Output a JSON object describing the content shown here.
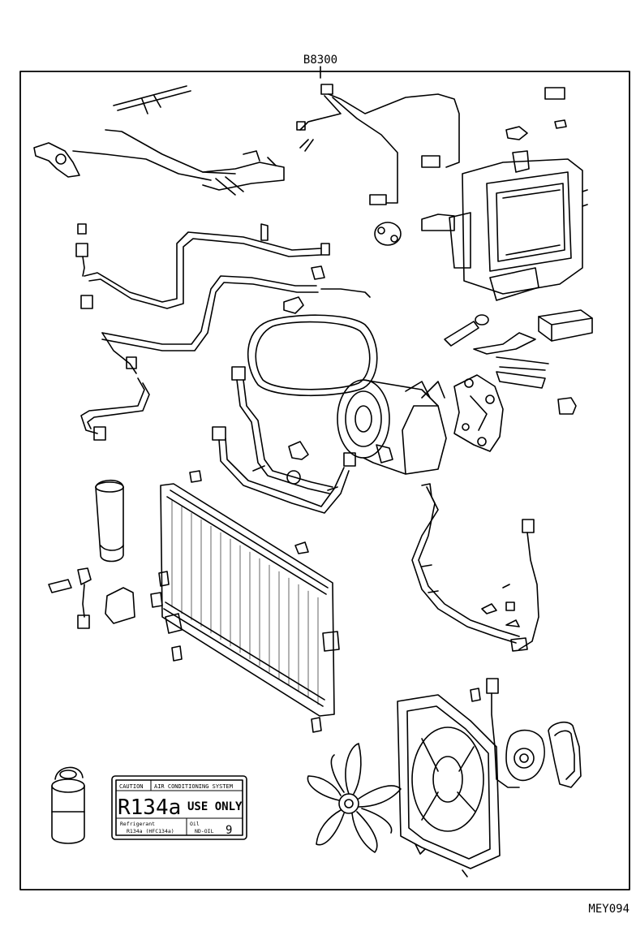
{
  "header": {
    "group_code": "B8300"
  },
  "footer": {
    "figure_code": "MEY094"
  },
  "caution_label": {
    "caution": "CAUTION",
    "system": "AIR CONDITIONING SYSTEM",
    "refrigerant_code": "R134a",
    "use_only": "USE ONLY",
    "refrigerant_word": "Refrigerant",
    "refrigerant_detail": "R134a (HFC134a)",
    "oil_word": "Oil",
    "oil_type": "ND-OIL",
    "oil_number": "9"
  }
}
